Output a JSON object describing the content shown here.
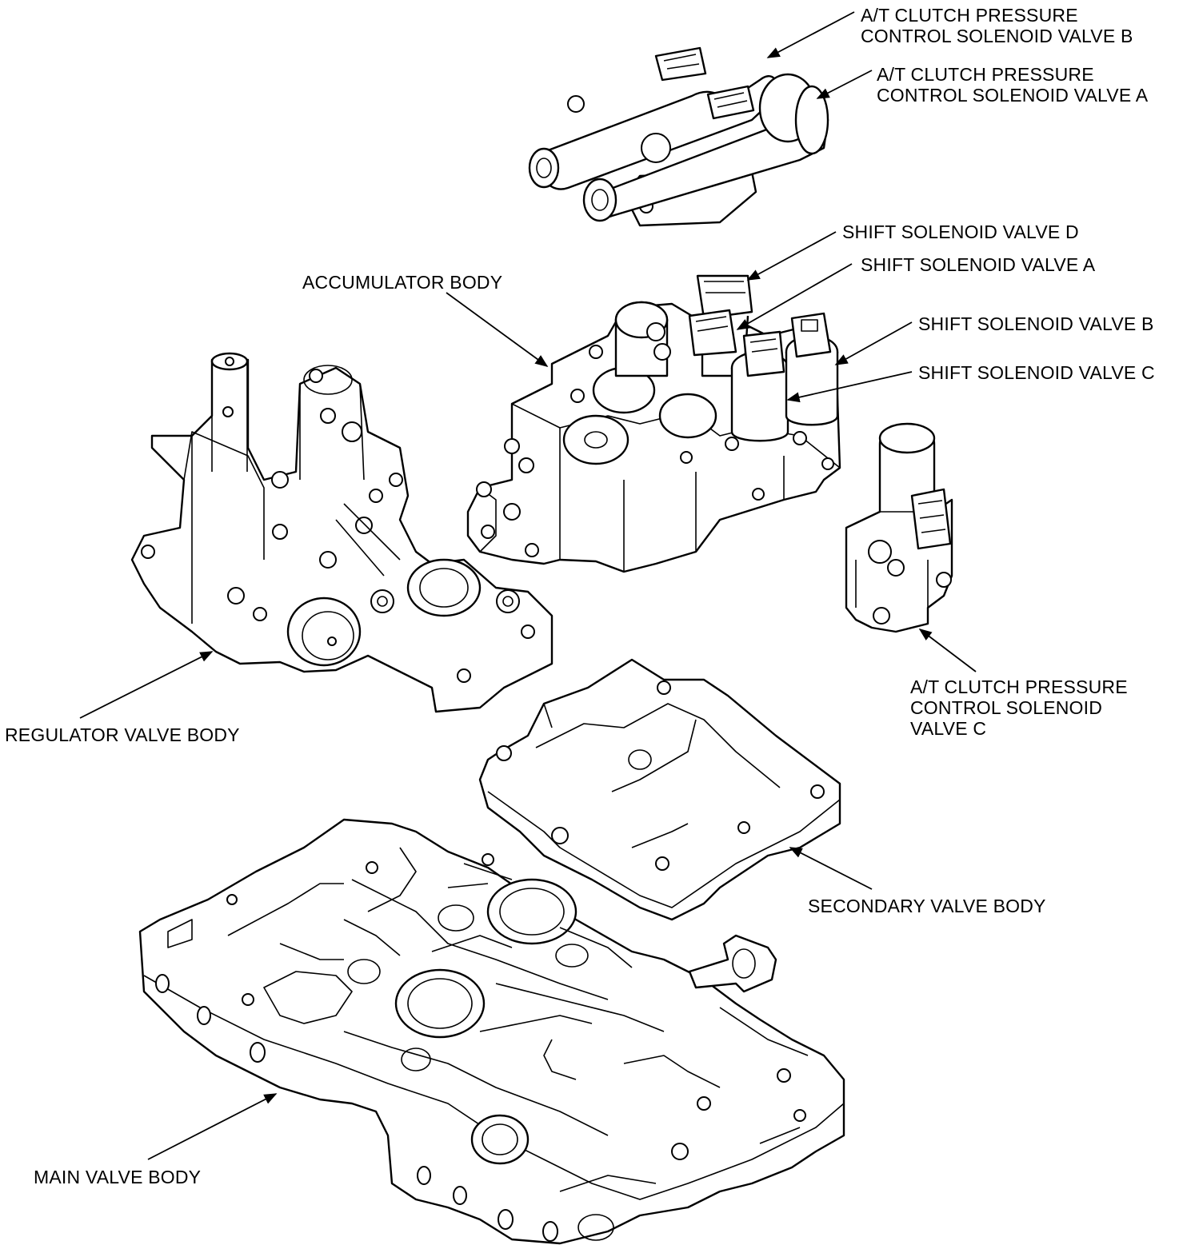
{
  "labels": {
    "clutch_b_line1": "A/T CLUTCH PRESSURE",
    "clutch_b_line2": "CONTROL SOLENOID VALVE B",
    "clutch_a_line1": "A/T CLUTCH PRESSURE",
    "clutch_a_line2": "CONTROL SOLENOID VALVE A",
    "shift_d": "SHIFT SOLENOID VALVE D",
    "shift_a": "SHIFT SOLENOID VALVE A",
    "accumulator": "ACCUMULATOR BODY",
    "shift_b": "SHIFT SOLENOID VALVE B",
    "shift_c": "SHIFT SOLENOID VALVE C",
    "clutch_c_line1": "A/T CLUTCH PRESSURE",
    "clutch_c_line2": "CONTROL SOLENOID",
    "clutch_c_line3": "VALVE C",
    "regulator": "REGULATOR VALVE BODY",
    "secondary": "SECONDARY VALVE BODY",
    "main": "MAIN VALVE BODY"
  },
  "colors": {
    "ink": "#000000",
    "paper": "#ffffff"
  }
}
